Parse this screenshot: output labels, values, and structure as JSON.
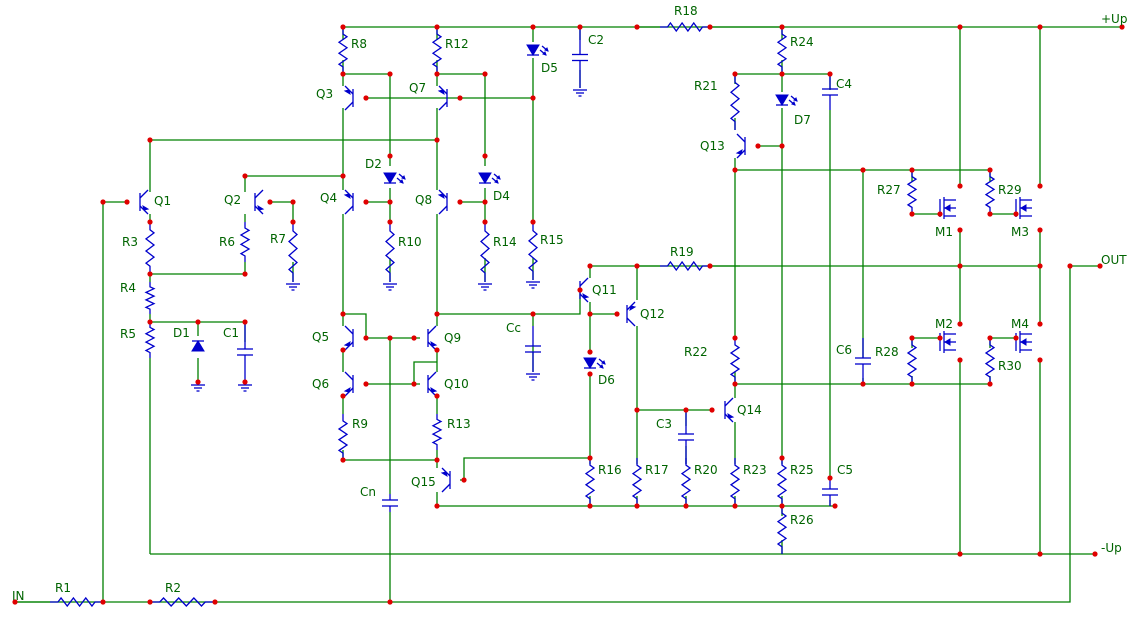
{
  "rails": {
    "positive": "+Up",
    "negative": "-Up",
    "input": "IN",
    "output": "OUT"
  },
  "labels": {
    "R1": "R1",
    "R2": "R2",
    "R3": "R3",
    "R4": "R4",
    "R5": "R5",
    "R6": "R6",
    "R7": "R7",
    "R8": "R8",
    "R9": "R9",
    "R10": "R10",
    "R12": "R12",
    "R13": "R13",
    "R14": "R14",
    "R15": "R15",
    "R16": "R16",
    "R17": "R17",
    "R18": "R18",
    "R19": "R19",
    "R20": "R20",
    "R21": "R21",
    "R22": "R22",
    "R23": "R23",
    "R24": "R24",
    "R25": "R25",
    "R26": "R26",
    "R27": "R27",
    "R28": "R28",
    "R29": "R29",
    "R30": "R30",
    "C1": "C1",
    "C2": "C2",
    "C3": "C3",
    "C4": "C4",
    "C5": "C5",
    "C6": "C6",
    "Cc": "Cc",
    "Cn": "Cn",
    "D1": "D1",
    "D2": "D2",
    "D4": "D4",
    "D5": "D5",
    "D6": "D6",
    "D7": "D7",
    "Q1": "Q1",
    "Q2": "Q2",
    "Q3": "Q3",
    "Q4": "Q4",
    "Q5": "Q5",
    "Q6": "Q6",
    "Q7": "Q7",
    "Q8": "Q8",
    "Q9": "Q9",
    "Q10": "Q10",
    "Q11": "Q11",
    "Q12": "Q12",
    "Q13": "Q13",
    "Q14": "Q14",
    "Q15": "Q15",
    "M1": "M1",
    "M2": "M2",
    "M3": "M3",
    "M4": "M4"
  },
  "colors": {
    "wire": "#008000",
    "component": "#0000cc",
    "junction": "#e00000",
    "label": "#006400"
  }
}
